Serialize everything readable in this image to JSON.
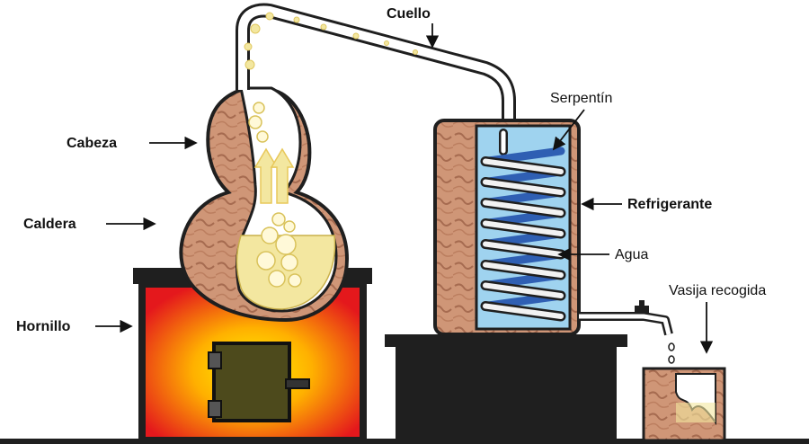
{
  "labels": {
    "cuello": "Cuello",
    "cabeza": "Cabeza",
    "caldera": "Caldera",
    "hornillo": "Hornillo",
    "serpentin": "Serpentín",
    "refrigerante": "Refrigerante",
    "agua": "Agua",
    "vasija": "Vasija recogida"
  },
  "colors": {
    "copper": "#c98a6c",
    "copper_dark": "#7a4a32",
    "liquid": "#f3e7a0",
    "water": "#9fd3ef",
    "coil": "#2f5fb3",
    "furnace_outer": "#e02020",
    "furnace_inner": "#ffe400",
    "iron": "#1f1f1f"
  }
}
